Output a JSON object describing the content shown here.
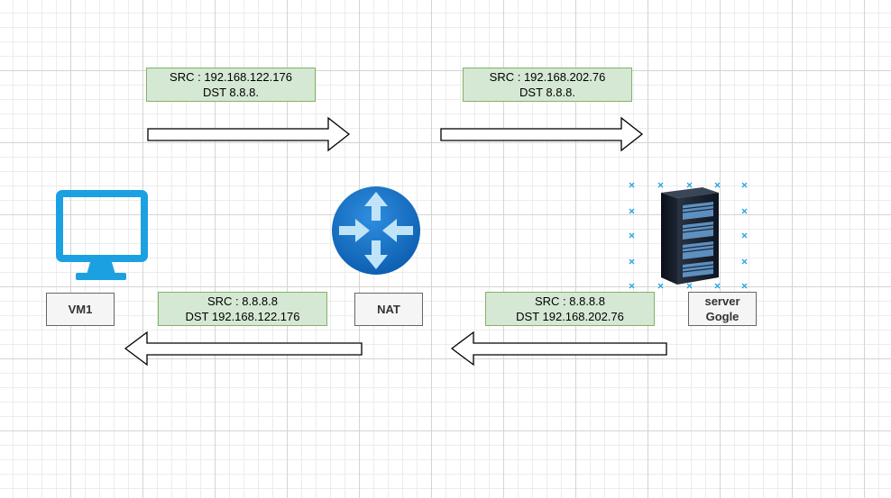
{
  "nodes": {
    "vm1": {
      "label": "VM1",
      "icon": "monitor-icon",
      "color": "#1ba1e2"
    },
    "nat": {
      "label": "NAT",
      "icon": "router-icon",
      "color": "#0f6cbd"
    },
    "server": {
      "label_line1": "server",
      "label_line2": "Gogle",
      "icon": "server-rack-icon"
    }
  },
  "packets": {
    "outbound_1": {
      "src": "SRC : 192.168.122.176",
      "dst": "DST 8.8.8."
    },
    "outbound_2": {
      "src": "SRC : 192.168.202.76",
      "dst": "DST 8.8.8."
    },
    "return_1": {
      "src": "SRC : 8.8.8.8",
      "dst": "DST 192.168.122.176"
    },
    "return_2": {
      "src": "SRC : 8.8.8.8",
      "dst": "DST 192.168.202.76"
    }
  },
  "colors": {
    "note_fill": "#d5e8d4",
    "note_border": "#82b366",
    "label_fill": "#f5f5f5",
    "label_border": "#666666",
    "selection": "#29a8e0"
  }
}
